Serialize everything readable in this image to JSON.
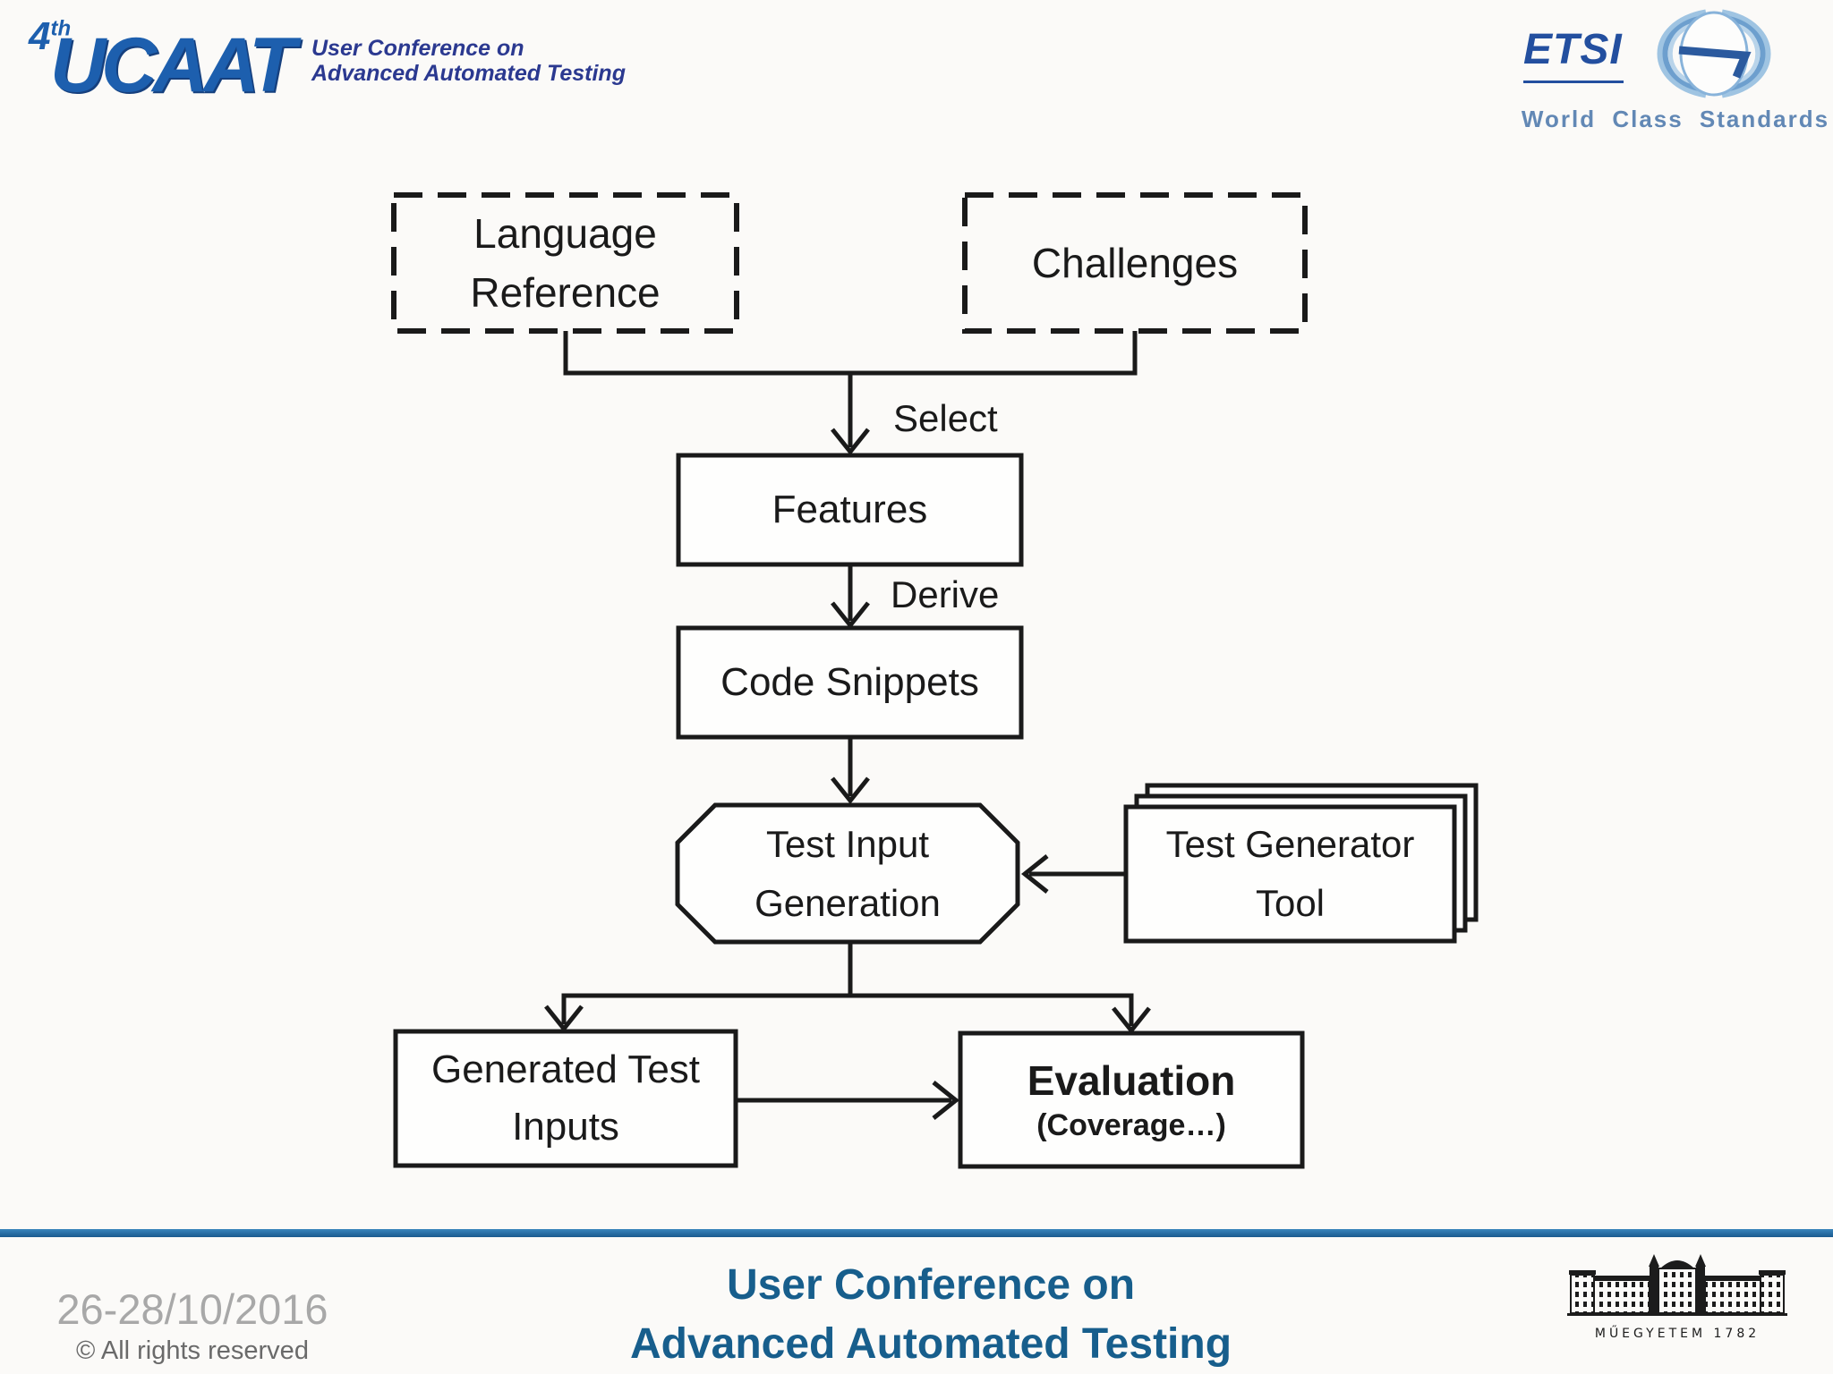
{
  "header": {
    "ucaat": {
      "edition": "4",
      "edition_suffix": "th",
      "acronym": "UCAAT",
      "tagline_line1": "User Conference on",
      "tagline_line2": "Advanced Automated Testing"
    },
    "etsi": {
      "name": "ETSI",
      "tagline": "World Class Standards"
    }
  },
  "diagram": {
    "nodes": {
      "language_reference": {
        "line1": "Language",
        "line2": "Reference"
      },
      "challenges": {
        "label": "Challenges"
      },
      "features": {
        "label": "Features"
      },
      "code_snippets": {
        "label": "Code Snippets"
      },
      "test_input_generation": {
        "line1": "Test Input",
        "line2": "Generation"
      },
      "test_generator_tool": {
        "line1": "Test Generator",
        "line2": "Tool"
      },
      "generated_test_inputs": {
        "line1": "Generated Test",
        "line2": "Inputs"
      },
      "evaluation": {
        "label": "Evaluation",
        "sublabel": "(Coverage…)"
      }
    },
    "edges": {
      "select": "Select",
      "derive": "Derive"
    }
  },
  "footer": {
    "date": "26-28/10/2016",
    "copyright": "© All rights reserved",
    "conference_line1": "User Conference on",
    "conference_line2": "Advanced Automated Testing",
    "university_motto": "MŰEGYETEM 1782"
  },
  "colors": {
    "slide_background": "#fbfaf8",
    "diagram_line": "#1a1a1a",
    "ucaat_blue": "#1d5fae",
    "tagline_navy": "#2b3990",
    "etsi_blue": "#234f9f",
    "etsi_arc_light": "#9fc4e2",
    "etsi_tagline_blue": "#6288b5",
    "footer_divider_blue": "#1d6294",
    "footer_title_blue": "#175e8c",
    "date_gray": "#a8a8a8",
    "copyright_gray": "#6a6a6a"
  }
}
